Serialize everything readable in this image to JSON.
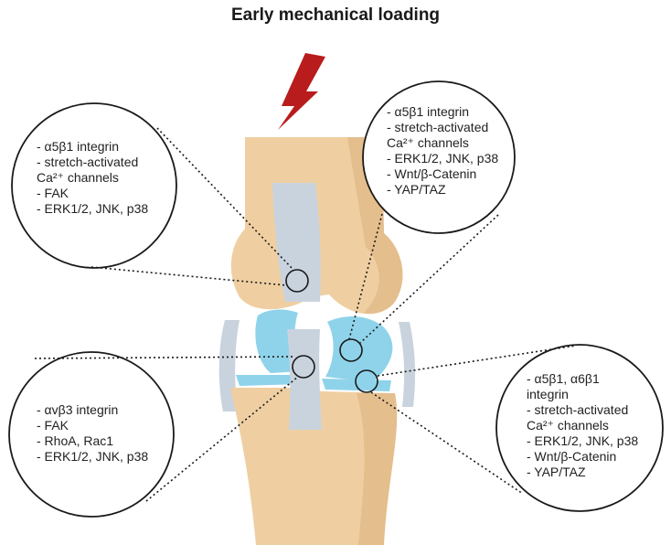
{
  "title": "Early mechanical loading",
  "callouts": {
    "top_left": [
      "- α5β1 integrin",
      "- stretch-activated",
      "Ca²⁺ channels",
      "- FAK",
      "- ERK1/2, JNK, p38"
    ],
    "top_right": [
      "- α5β1 integrin",
      "- stretch-activated",
      "Ca²⁺ channels",
      "- ERK1/2, JNK, p38",
      "- Wnt/β-Catenin",
      "- YAP/TAZ"
    ],
    "bottom_left": [
      "- αvβ3 integrin",
      "- FAK",
      "- RhoA, Rac1",
      "- ERK1/2, JNK, p38"
    ],
    "bottom_right": [
      "- α5β1, α6β1",
      "integrin",
      "- stretch-activated",
      "Ca²⁺ channels",
      "- ERK1/2, JNK, p38",
      "- Wnt/β-Catenin",
      "- YAP/TAZ"
    ]
  },
  "colors": {
    "lightning": "#b81c1c",
    "bone": "#efcfa2",
    "bone_shade": "#d9ad78",
    "meniscus": "#8fd3ea",
    "ligament": "#c9d3de",
    "outline": "#1a1a1a"
  }
}
